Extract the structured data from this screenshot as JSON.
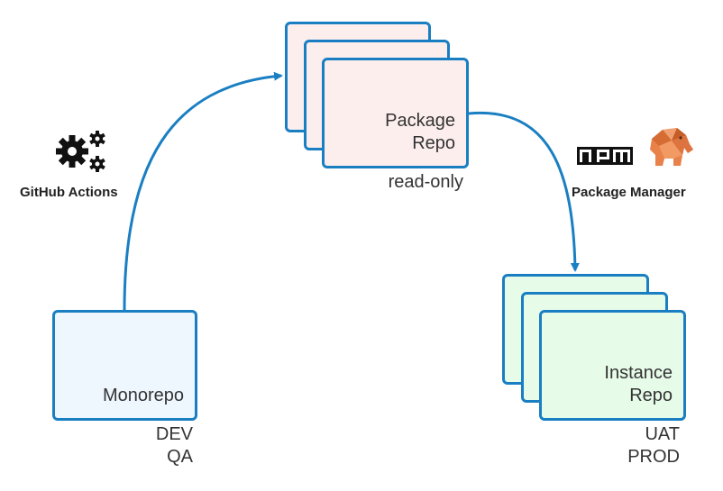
{
  "monorepo": {
    "label": "Monorepo",
    "env_lines": [
      "DEV",
      "QA"
    ]
  },
  "package_repo": {
    "label_lines": [
      "Package",
      "Repo"
    ],
    "note": "read-only"
  },
  "instance_repo": {
    "label_lines": [
      "Instance",
      "Repo"
    ],
    "env_lines": [
      "UAT",
      "PROD"
    ]
  },
  "github_actions": {
    "label": "GitHub Actions",
    "icon": "gears-icon"
  },
  "package_manager": {
    "label": "Package Manager",
    "icons": [
      "npm-logo",
      "elephant-logo"
    ]
  },
  "colors": {
    "accent": "#1a7fc2",
    "monorepo_fill": "#eef6fe",
    "package_fill": "#fdeeee",
    "instance_fill": "#e7fbe9",
    "elephant": "#e8814a"
  }
}
